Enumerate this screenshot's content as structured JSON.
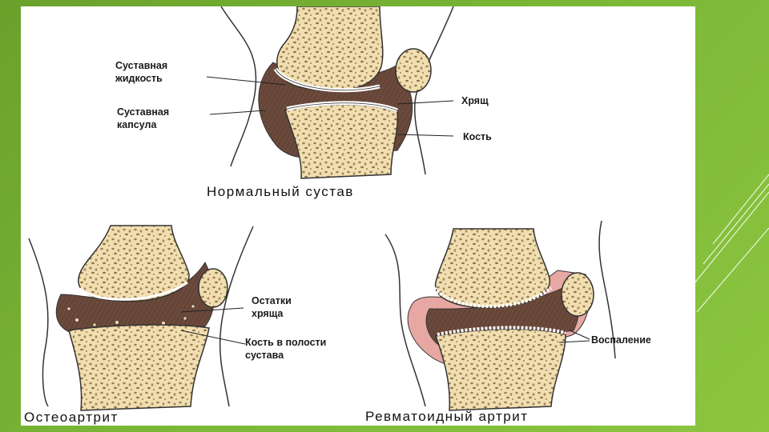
{
  "normal_joint": {
    "caption": "Нормальный сустав",
    "labels": {
      "synovial_fluid_1": "Суставная",
      "synovial_fluid_2": "жидкость",
      "capsule_1": "Суставная",
      "capsule_2": "капсула",
      "cartilage": "Хрящ",
      "bone": "Кость"
    }
  },
  "osteoarthritis": {
    "caption": "Остеоартрит",
    "labels": {
      "cartilage_remnants_1": "Остатки",
      "cartilage_remnants_2": "хряща",
      "bone_fragments_1": "Кость в полости",
      "bone_fragments_2": "сустава"
    }
  },
  "rheumatoid": {
    "caption": "Ревматоидный артрит",
    "labels": {
      "inflammation": "Воспаление"
    }
  },
  "colors": {
    "slide_background": "#7ab536",
    "bone": "#f1deb0",
    "bone_pores": "#9b7f55",
    "capsule": "#6b4a3c",
    "cartilage": "#ffffff",
    "inflammation": "#e7a8a4"
  }
}
